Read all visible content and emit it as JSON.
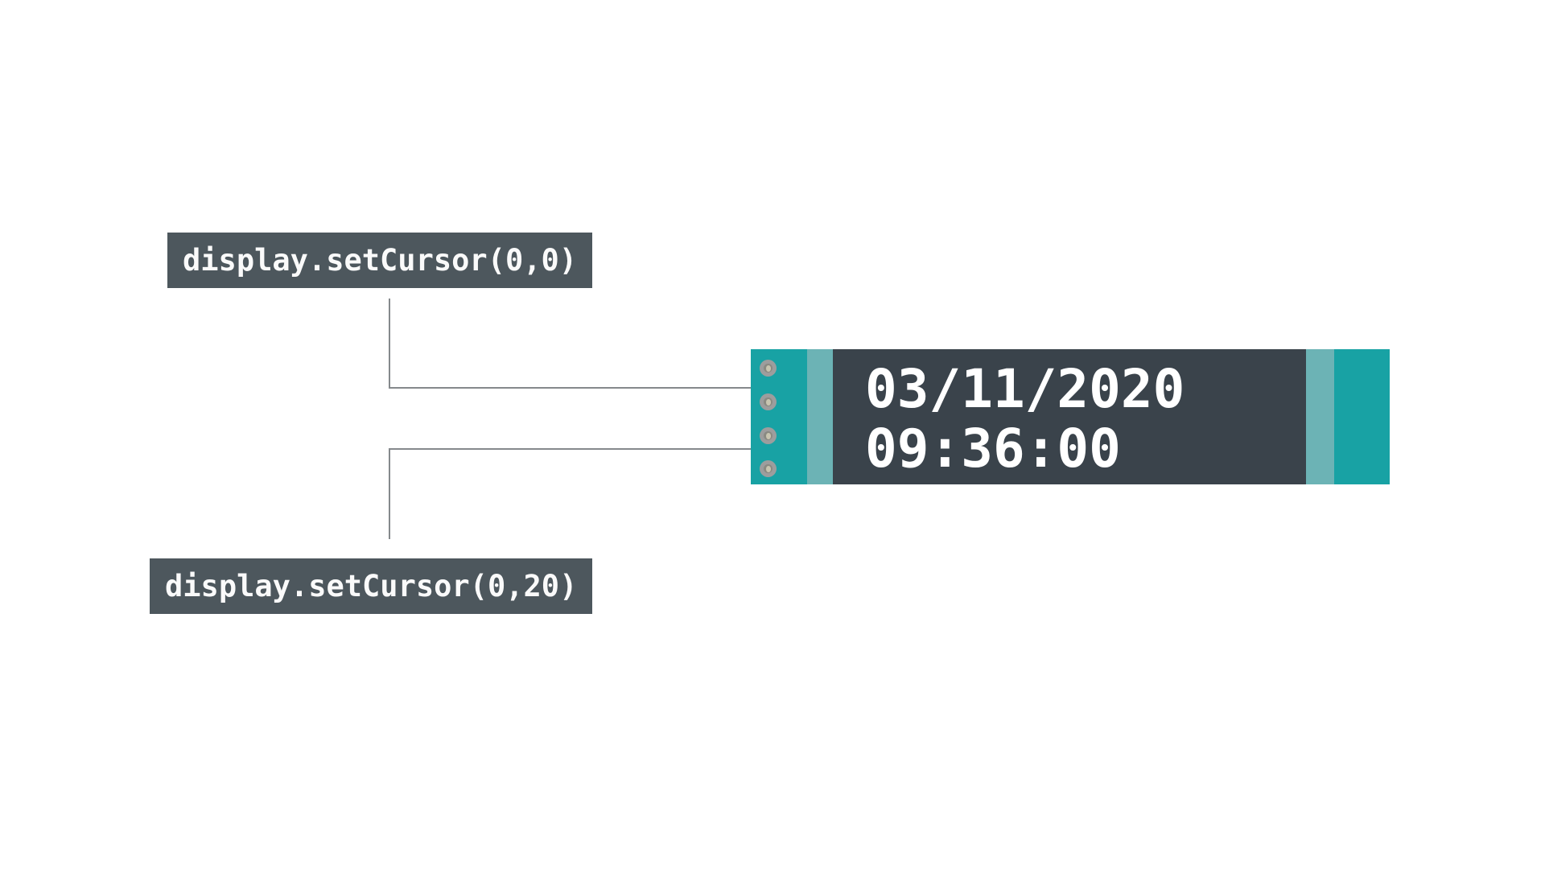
{
  "labels": {
    "top": {
      "text": "display.setCursor(0,0)"
    },
    "bottom": {
      "text": "display.setCursor(0,20)"
    }
  },
  "display": {
    "line1": "03/11/2020",
    "line2": "09:36:00",
    "screw_count": 4
  },
  "icons": {
    "screws": "screw-icon"
  },
  "colors": {
    "bg": "#ffffff",
    "box": "#4d575d",
    "screen": "#3a434b",
    "teal": "#18a2a4",
    "teal-light": "#6cb3b5",
    "line": "#85898c",
    "line-dot": "#4a5054",
    "screw-outer": "#9d9d9d",
    "screw-inner": "#8a8a82",
    "screw-core": "#c8c5b0",
    "text": "#fafafa"
  }
}
